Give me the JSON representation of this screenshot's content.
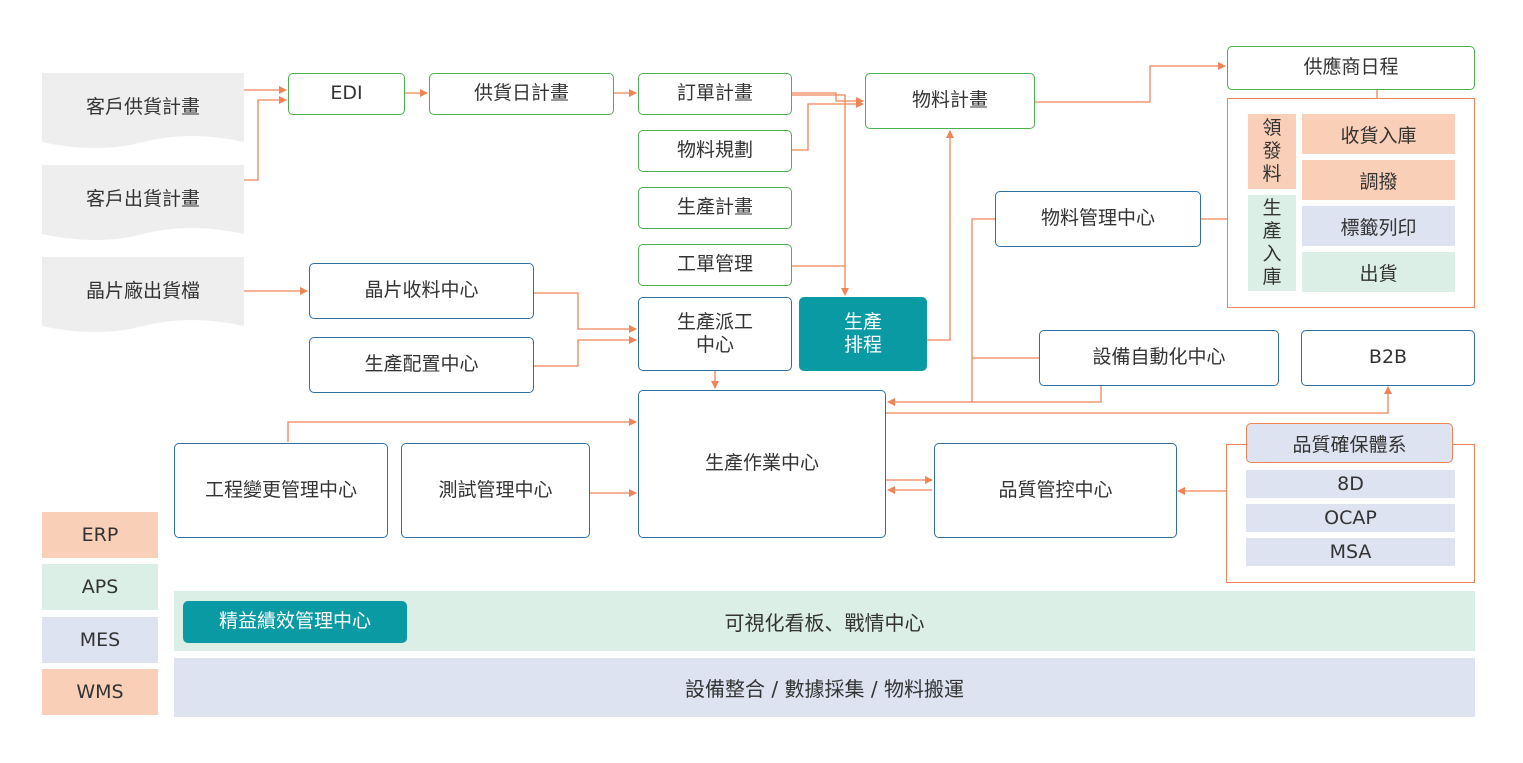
{
  "docs": {
    "customer_supply_plan": "客戶供貨計畫",
    "customer_shipping_plan": "客戶出貨計畫",
    "wafer_fab_shipping_file": "晶片廠出貨檔"
  },
  "nodes": {
    "edi": "EDI",
    "supply_daily_plan": "供貨日計畫",
    "order_plan": "訂單計畫",
    "material_planning": "物料規劃",
    "production_plan": "生產計畫",
    "work_order_mgmt": "工單管理",
    "material_plan": "物料計畫",
    "supplier_schedule": "供應商日程",
    "wafer_receiving_center": "晶片收料中心",
    "production_config_center": "生產配置中心",
    "dispatch_line1": "生產派工",
    "dispatch_line2": "中心",
    "scheduling_line1": "生產",
    "scheduling_line2": "排程",
    "material_mgmt_center": "物料管理中心",
    "equipment_automation_center": "設備自動化中心",
    "b2b": "B2B",
    "production_ops_center": "生產作業中心",
    "engineering_change_center": "工程變更管理中心",
    "test_mgmt_center": "測試管理中心",
    "quality_control_center": "品質管控中心"
  },
  "wms_panel": {
    "issue_label": [
      "領",
      "發",
      "料"
    ],
    "receipt_label": [
      "生",
      "產",
      "入",
      "庫"
    ],
    "receiving_storage": "收貨入庫",
    "transfer": "調撥",
    "label_printing": "標籤列印",
    "shipping": "出貨"
  },
  "quality_system": {
    "title": "品質確保體系",
    "items": [
      "8D",
      "OCAP",
      "MSA"
    ]
  },
  "legend": [
    "ERP",
    "APS",
    "MES",
    "WMS"
  ],
  "bands": {
    "lean_center": "精益績效管理中心",
    "visual_board": "可視化看板、戰情中心",
    "integration": "設備整合 / 數據採集 / 物料搬運"
  },
  "colors": {
    "arrow": "#f08457",
    "erp": "#f9cfb7",
    "aps": "#dcefe6",
    "mes": "#dde3f0",
    "wms": "#f9cfb7",
    "teal": "#0a9aa3"
  }
}
